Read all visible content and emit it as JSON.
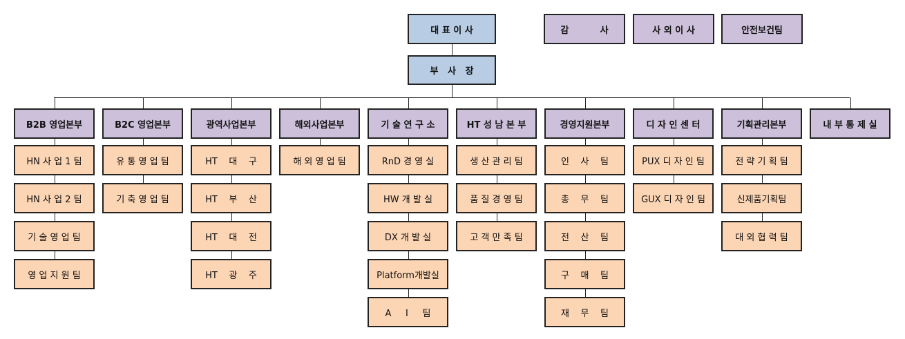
{
  "top": {
    "ceo": "대 표 이 사",
    "vp": "부   사   장",
    "side": [
      "감          사",
      "사 외 이 사",
      "안전보건팀"
    ]
  },
  "columns": [
    {
      "header": "B2B 영업본부",
      "items": [
        "HN 사 업 1 팀",
        "HN 사 업 2 팀",
        "기 술 영 업 팀",
        "영 업 지 원 팀"
      ]
    },
    {
      "header": "B2C 영업본부",
      "items": [
        "유 통 영 업 팀",
        "기 축 영 업 팀"
      ]
    },
    {
      "header": "광역사업본부",
      "items": [
        "HT    대    구",
        "HT    부    산",
        "HT    대    전",
        "HT    광    주"
      ]
    },
    {
      "header": "해외사업본부",
      "items": [
        "해 외 영 업 팀"
      ]
    },
    {
      "header": "기 술 연 구 소",
      "items": [
        "RnD 경 영 실",
        "HW 개 발 실",
        "DX 개 발 실",
        "Platform개발실",
        "A     I     팀"
      ]
    },
    {
      "header": "HT 성 남 본 부",
      "items": [
        "생 산 관 리 팀",
        "품 질 경 영 팀",
        "고 객 만 족 팀"
      ]
    },
    {
      "header": "경영지원본부",
      "items": [
        "인    사    팀",
        "총    무    팀",
        "전    산    팀",
        "구    매    팀",
        "재    무    팀"
      ]
    },
    {
      "header": "디 자 인 센 터",
      "items": [
        "PUX 디 자 인 팀",
        "GUX 디 자 인 팀"
      ]
    },
    {
      "header": "기획관리본부",
      "items": [
        "전 략 기 획 팀",
        "신제품기획팀",
        "대 외 협 력 팀"
      ]
    },
    {
      "header": "내 부 통 제 실",
      "items": []
    }
  ]
}
